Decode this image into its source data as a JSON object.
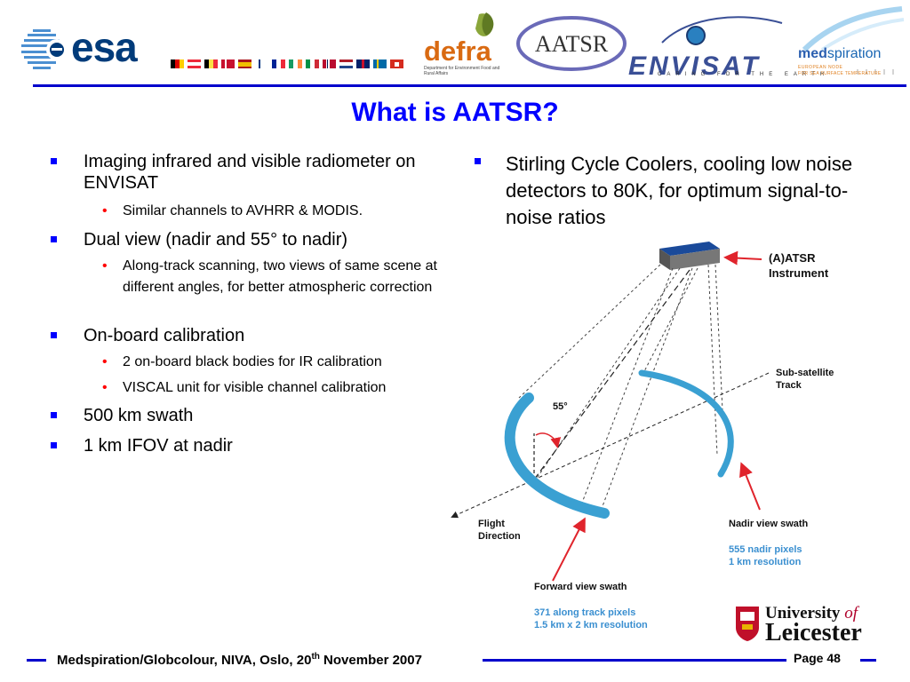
{
  "header": {
    "esa_text": "esa",
    "defra_text": "defra",
    "defra_sub": "Department for Environment Food and Rural Affairs",
    "aatsr_text": "AATSR",
    "envisat_text": "ENVISAT",
    "envisat_tag": "CARING FOR THE EARTH",
    "medspiration_bold": "med",
    "medspiration_rest": "spiration",
    "medspiration_sub1": "EUROPEAN NODE",
    "medspiration_sub2": "FOR SEA SURFACE TEMPERATURE"
  },
  "title": "What is AATSR?",
  "left_bullets": [
    {
      "text": "Imaging infrared and visible radiometer on ENVISAT",
      "sub": [
        "Similar channels to AVHRR & MODIS."
      ]
    },
    {
      "text": "Dual view (nadir and 55° to nadir)",
      "sub": [
        "Along-track scanning, two views of same scene at different angles, for better atmospheric correction"
      ]
    },
    {
      "text": "On-board calibration",
      "sub": [
        "2 on-board black bodies for IR calibration",
        "VISCAL unit for visible channel calibration"
      ]
    },
    {
      "text": "500 km swath",
      "sub": []
    },
    {
      "text": "1 km IFOV at nadir",
      "sub": []
    }
  ],
  "right_bullet": "Stirling Cycle Coolers, cooling low noise detectors to 80K, for optimum signal-to-noise ratios",
  "diagram": {
    "instrument_label_1": "(A)ATSR",
    "instrument_label_2": "Instrument",
    "subsat_1": "Sub-satellite",
    "subsat_2": "Track",
    "angle": "55°",
    "flight_1": "Flight",
    "flight_2": "Direction",
    "nadir_title": "Nadir view swath",
    "nadir_info_1": "555 nadir pixels",
    "nadir_info_2": "1 km resolution",
    "forward_title": "Forward view swath",
    "forward_info_1": "371 along track pixels",
    "forward_info_2": "1.5 km x 2 km resolution",
    "colors": {
      "swath": "#3aa0d2",
      "arrow": "#e0242c",
      "info": "#3a8fd0"
    }
  },
  "footer": {
    "text_before": "Medspiration/Globcolour, NIVA, Oslo, 20",
    "sup": "th",
    "text_after": " November 2007",
    "page": "Page 48"
  },
  "university": {
    "line1_a": "University ",
    "line1_b": "of",
    "line2": "Leicester"
  }
}
